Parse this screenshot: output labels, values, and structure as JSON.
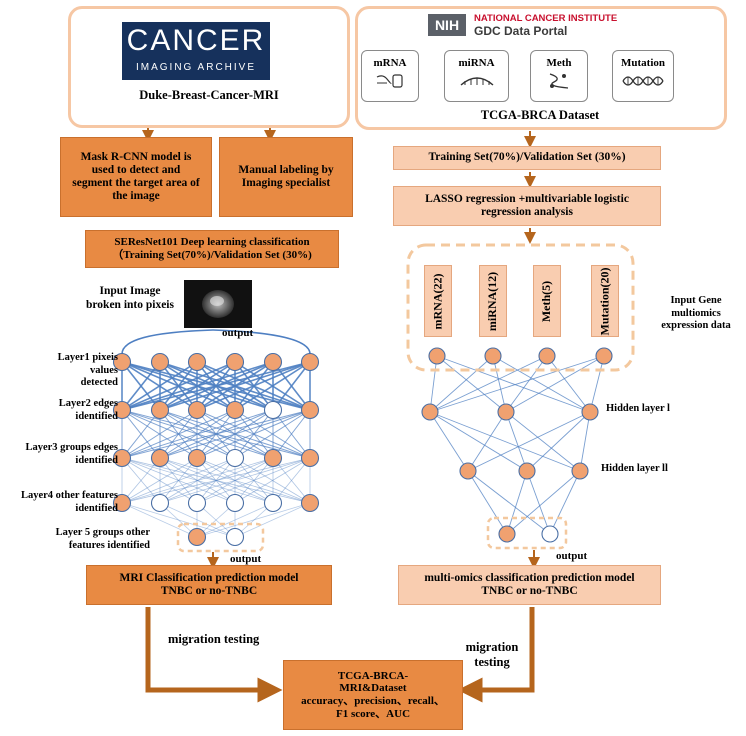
{
  "left": {
    "logo_main": "CANCER",
    "logo_sub": "IMAGING ARCHIVE",
    "dataset_title": "Duke-Breast-Cancer-MRI",
    "step_mask": "Mask R-CNN model is used to detect and segment the target area of the image",
    "step_manual": "Manual labeling by Imaging specialist",
    "step_seresnet_l1": "SEResNet101 Deep learning classification",
    "step_seresnet_l2": "（Training Set(70%)/Validation Set (30%)",
    "input_label_l1": "Input Image",
    "input_label_l2": "broken into pixeis",
    "output_label": "output",
    "layers": [
      {
        "l1": "Layer1 pixeis values",
        "l2": "detected"
      },
      {
        "l1": "Layer2 edges",
        "l2": "identified"
      },
      {
        "l1": "Layer3 groups edges",
        "l2": "identified"
      },
      {
        "l1": "Layer4 other features",
        "l2": "identified"
      },
      {
        "l1": "Layer 5 groups other",
        "l2": "features identified"
      }
    ],
    "model_l1": "MRI Classification prediction model",
    "model_l2": "TNBC or no-TNBC",
    "migration": "migration testing"
  },
  "right": {
    "nih_badge": "NIH",
    "nci_name": "NATIONAL CANCER INSTITUTE",
    "portal_name": "GDC Data Portal",
    "omics": [
      "mRNA",
      "miRNA",
      "Meth",
      "Mutation"
    ],
    "dataset_title": "TCGA-BRCA Dataset",
    "step_split": "Training Set(70%)/Validation Set (30%)",
    "step_lasso_l1": "LASSO regression +multivariable logistic",
    "step_lasso_l2": "regression analysis",
    "features": [
      "mRNA(22)",
      "miRNA(12)",
      "Meth(5)",
      "Mutation(20)"
    ],
    "input_gene_l1": "Input Gene",
    "input_gene_l2": "multiomics",
    "input_gene_l3": "expression data",
    "hidden1": "Hidden layer l",
    "hidden2": "Hidden layer ll",
    "output_label": "output",
    "model_l1": "multi-omics classification prediction model",
    "model_l2": "TNBC or no-TNBC",
    "migration_l1": "migration",
    "migration_l2": "testing"
  },
  "final": {
    "l1": "TCGA-BRCA-",
    "l2": "MRI&Dataset",
    "l3": "accuracy、precision、recall、",
    "l4": "F1 score、AUC"
  },
  "colors": {
    "accent_dark": "#e88a43",
    "accent_light": "#f9cdb0",
    "frame": "#f6c7a4",
    "node": "#f0a170",
    "edge": "#4e7fc2",
    "arrow": "#b5651d",
    "logo_bg": "#16315c",
    "nci_red": "#c8102e"
  }
}
